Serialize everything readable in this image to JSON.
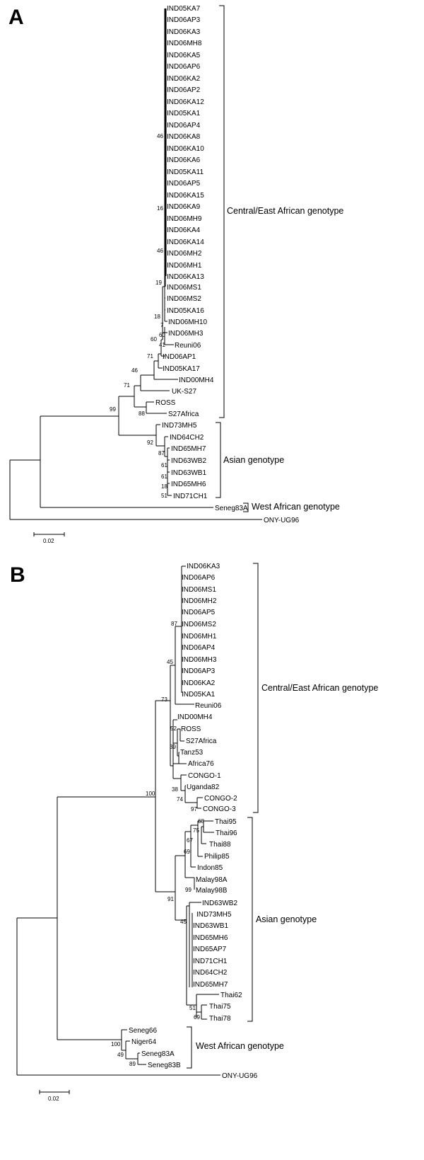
{
  "panelA": {
    "label": "A",
    "taxa": [
      "IND05KA7",
      "IND06AP3",
      "IND06KA3",
      "IND06MH8",
      "IND06KA5",
      "IND06AP6",
      "IND06KA2",
      "IND06AP2",
      "IND06KA12",
      "IND05KA1",
      "IND06AP4",
      "IND06KA8",
      "IND06KA10",
      "IND06KA6",
      "IND05KA11",
      "IND06AP5",
      "IND06KA15",
      "IND06KA9",
      "IND06MH9",
      "IND06KA4",
      "IND06KA14",
      "IND06MH2",
      "IND06MH1",
      "IND06KA13",
      "IND06MS1",
      "IND06MS2",
      "IND05KA16",
      "IND06MH10",
      "IND06MH3",
      "Reuni06",
      "IND06AP1",
      "IND05KA17",
      "IND00MH4",
      "UK-S27",
      "ROSS",
      "S27Africa",
      "IND73MH5",
      "IND64CH2",
      "IND65MH7",
      "IND63WB2",
      "IND63WB1",
      "IND65MH6",
      "IND71CH1",
      "Seneg83A",
      "ONY-UG96"
    ],
    "bootstrap": [
      "46",
      "16",
      "46",
      "19",
      "18",
      "60",
      "71",
      "46",
      "71",
      "99",
      "88",
      "92",
      "87",
      "61",
      "61",
      "18",
      "51",
      "60",
      "41",
      "7"
    ],
    "groups": [
      "Central/East African genotype",
      "Asian genotype",
      "West African genotype"
    ],
    "scale": "0.02"
  },
  "panelB": {
    "label": "B",
    "taxa": [
      "IND06KA3",
      "IND06AP6",
      "IND06MS1",
      "IND06MH2",
      "IND06AP5",
      "IND06MS2",
      "IND06MH1",
      "IND06AP4",
      "IND06MH3",
      "IND06AP3",
      "IND06KA2",
      "IND05KA1",
      "Reuni06",
      "IND00MH4",
      "ROSS",
      "S27Africa",
      "Tanz53",
      "Africa76",
      "CONGO-1",
      "Uganda82",
      "CONGO-2",
      "CONGO-3",
      "Thai95",
      "Thai96",
      "Thai88",
      "Philip85",
      "Indon85",
      "Malay98A",
      "Malay98B",
      "IND63WB2",
      "IND73MH5",
      "IND63WB1",
      "IND65MH6",
      "IND65AP7",
      "IND71CH1",
      "IND64CH2",
      "IND65MH7",
      "Thai62",
      "Thai75",
      "Thai78",
      "Seneg66",
      "Niger64",
      "Seneg83A",
      "Seneg83B",
      "ONY-UG96"
    ],
    "bootstrap": [
      "87",
      "45",
      "73",
      "52",
      "39",
      "38",
      "74",
      "97",
      "100",
      "68",
      "75",
      "67",
      "69",
      "99",
      "91",
      "45",
      "51",
      "69",
      "100",
      "49",
      "89"
    ],
    "groups": [
      "Central/East African genotype",
      "Asian genotype",
      "West African genotype"
    ],
    "scale": "0.02"
  }
}
